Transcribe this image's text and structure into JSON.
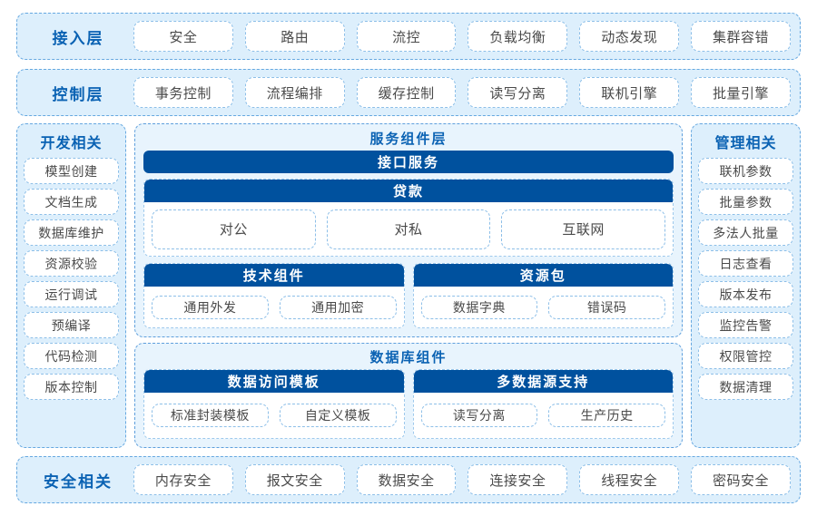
{
  "diagram": {
    "title_colors": {
      "section_title": "#0a62b3",
      "bar_blue": "#00519e",
      "shell_fill": "#ddeffc",
      "inner_fill": "#e8f4fd",
      "pill_border": "#8dbfe8"
    }
  },
  "access_layer": {
    "title": "接入层",
    "items": [
      "安全",
      "路由",
      "流控",
      "负载均衡",
      "动态发现",
      "集群容错"
    ]
  },
  "control_layer": {
    "title": "控制层",
    "items": [
      "事务控制",
      "流程编排",
      "缓存控制",
      "读写分离",
      "联机引擎",
      "批量引擎"
    ]
  },
  "dev_sidebar": {
    "title": "开发相关",
    "items": [
      "模型创建",
      "文档生成",
      "数据库维护",
      "资源校验",
      "运行调试",
      "预编译",
      "代码检测",
      "版本控制"
    ]
  },
  "mgmt_sidebar": {
    "title": "管理相关",
    "items": [
      "联机参数",
      "批量参数",
      "多法人批量",
      "日志查看",
      "版本发布",
      "监控告警",
      "权限管控",
      "数据清理"
    ]
  },
  "service_layer": {
    "title": "服务组件层",
    "interface_service": "接口服务",
    "loan": {
      "title": "贷款",
      "items": [
        "对公",
        "对私",
        "互联网"
      ]
    },
    "tech_components": {
      "title": "技术组件",
      "items": [
        "通用外发",
        "通用加密"
      ]
    },
    "resource_package": {
      "title": "资源包",
      "items": [
        "数据字典",
        "错误码"
      ]
    }
  },
  "database_components": {
    "title": "数据库组件",
    "access_template": {
      "title": "数据访问模板",
      "items": [
        "标准封装模板",
        "自定义模板"
      ]
    },
    "multi_datasource": {
      "title": "多数据源支持",
      "items": [
        "读写分离",
        "生产历史"
      ]
    }
  },
  "security_layer": {
    "title": "安全相关",
    "items": [
      "内存安全",
      "报文安全",
      "数据安全",
      "连接安全",
      "线程安全",
      "密码安全"
    ]
  }
}
